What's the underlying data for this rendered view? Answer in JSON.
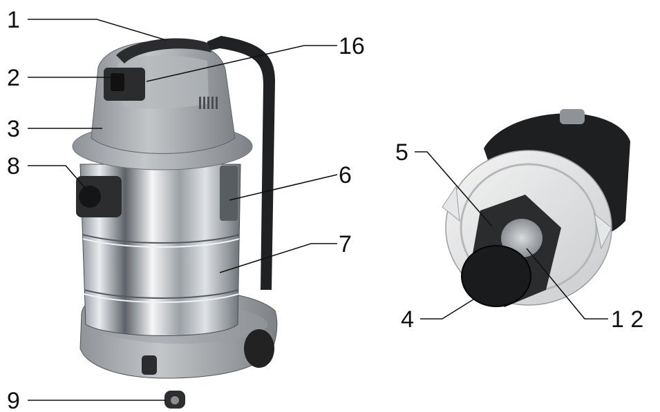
{
  "figure": {
    "callouts": [
      {
        "id": "c1",
        "label": "1"
      },
      {
        "id": "c2",
        "label": "2"
      },
      {
        "id": "c3",
        "label": "3"
      },
      {
        "id": "c8",
        "label": "8"
      },
      {
        "id": "c9",
        "label": "9"
      },
      {
        "id": "c16",
        "label": "16"
      },
      {
        "id": "c6",
        "label": "6"
      },
      {
        "id": "c7",
        "label": "7"
      },
      {
        "id": "c5",
        "label": "5"
      },
      {
        "id": "c4",
        "label": "4"
      },
      {
        "id": "c12",
        "label": "1 2"
      }
    ],
    "illustrations": [
      {
        "id": "vacuum",
        "icon": "wet-dry-vacuum-cleaner-illustration"
      },
      {
        "id": "filter",
        "icon": "motor-head-with-filter-illustration"
      }
    ],
    "colors": {
      "line": "#111111",
      "stainless_light": "#eef0f2",
      "stainless_dark": "#6d7379",
      "gray_plastic": "#a9adb1",
      "dark_plastic": "#2a2c2e"
    }
  }
}
